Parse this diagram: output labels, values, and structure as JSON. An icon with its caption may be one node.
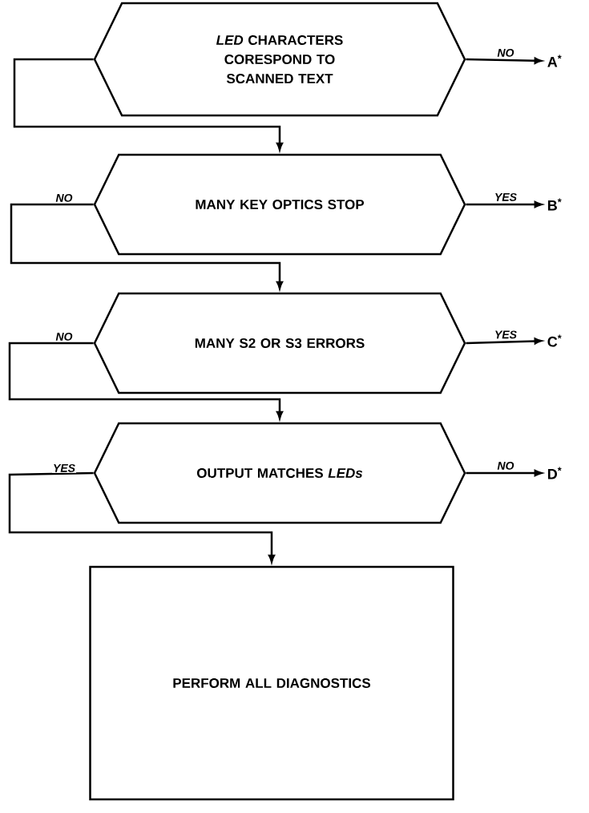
{
  "diagram": {
    "nodes": [
      {
        "text": [
          "*LED* CHARACTERS CORESPOND TO SCANNED TEXT"
        ]
      },
      {
        "text": [
          "MANY KEY OPTICS STOP"
        ]
      },
      {
        "text": [
          "MANY S2 OR S3 ERRORS"
        ]
      },
      {
        "text": [
          "OUTPUT MATCHES *LEDs*"
        ]
      },
      {
        "text": [
          "PERFORM ALL DIAGNOSTICS"
        ]
      },
      {
        "text": [
          "A$^{*}$"
        ]
      },
      {
        "text": [
          "B$^{*}$"
        ]
      },
      {
        "text": [
          "C$^{*}$"
        ]
      },
      {
        "text": [
          "D$^{*}$"
        ]
      }
    ],
    "edges": [
      {
        "from": 0,
        "to": 5,
        "arrow": "to",
        "label": "NO"
      },
      {
        "from": 0,
        "to": 1,
        "arrow": "to"
      },
      {
        "from": 1,
        "to": 6,
        "arrow": "to",
        "label": "YES"
      },
      {
        "from": 1,
        "to": 2,
        "arrow": "to",
        "label": "NO"
      },
      {
        "from": 2,
        "to": 7,
        "arrow": "to",
        "label": "YES"
      },
      {
        "from": 2,
        "to": 3,
        "arrow": "to",
        "label": "NO"
      },
      {
        "from": 3,
        "to": 8,
        "arrow": "to",
        "label": "NO"
      },
      {
        "from": 3,
        "to": 4,
        "arrow": "to",
        "label": "YES"
      }
    ]
  }
}
